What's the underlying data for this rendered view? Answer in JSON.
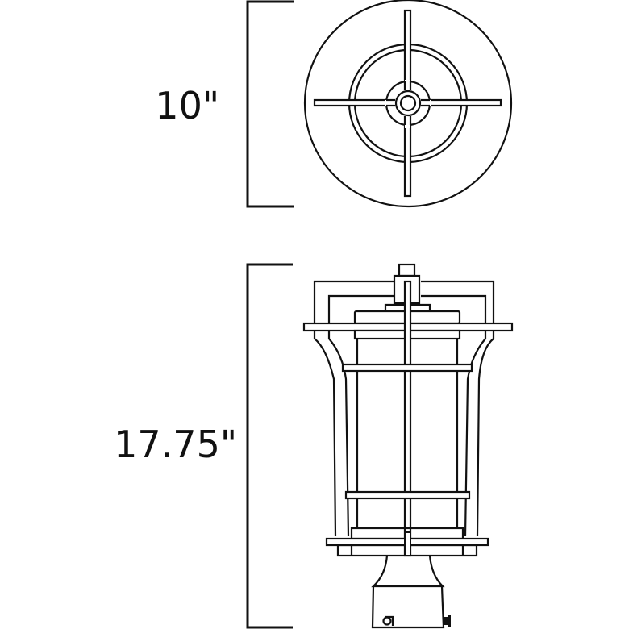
{
  "diagram": {
    "type": "product-dimension-drawing",
    "subject": "outdoor post-mount lantern",
    "views": [
      {
        "name": "top-view",
        "dimension_label": "10\""
      },
      {
        "name": "side-view",
        "dimension_label": "17.75\""
      }
    ],
    "line_color": "#111111",
    "background": "#ffffff"
  }
}
